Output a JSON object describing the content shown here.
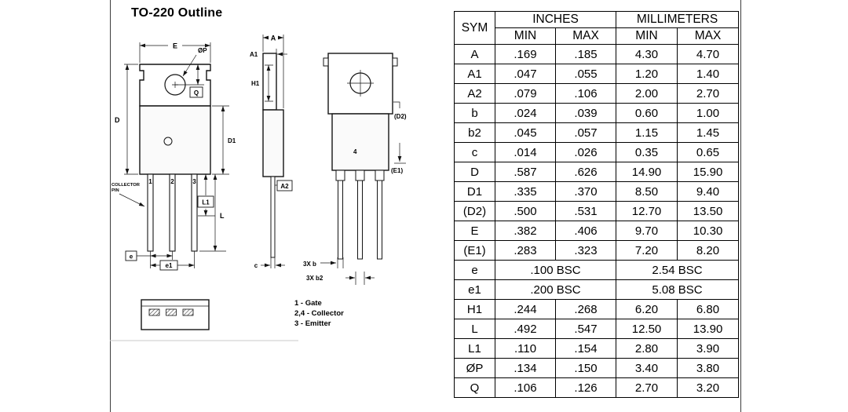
{
  "page": {
    "title": "TO-220 Outline"
  },
  "diagram": {
    "front": {
      "dim_E": "E",
      "dim_P": "ØP",
      "dim_Q": "Q",
      "dim_D": "D",
      "dim_D1": "D1",
      "pin1": "1",
      "pin2": "2",
      "pin3": "3",
      "collector_line1": "COLLECTOR",
      "collector_line2": "PIN",
      "dim_L1": "L1",
      "dim_L": "L",
      "dim_e": "e",
      "dim_e1": "e1"
    },
    "side": {
      "dim_A": "A",
      "dim_A1": "A1",
      "dim_H1": "H1",
      "dim_A2": "A2",
      "dim_c": "c"
    },
    "back": {
      "pin4": "4",
      "dim_D2": "(D2)",
      "dim_E1": "(E1)",
      "dim_b": "3X b",
      "dim_b2": "3X b2"
    },
    "legend": [
      "1 - Gate",
      "2,4 - Collector",
      "3 - Emitter"
    ]
  },
  "table": {
    "headers": {
      "sym": "SYM",
      "inches": "INCHES",
      "millimeters": "MILLIMETERS",
      "min": "MIN",
      "max": "MAX"
    },
    "rows": [
      {
        "sym": "A",
        "in_min": ".169",
        "in_max": ".185",
        "mm_min": "4.30",
        "mm_max": "4.70"
      },
      {
        "sym": "A1",
        "in_min": ".047",
        "in_max": ".055",
        "mm_min": "1.20",
        "mm_max": "1.40"
      },
      {
        "sym": "A2",
        "in_min": ".079",
        "in_max": ".106",
        "mm_min": "2.00",
        "mm_max": "2.70"
      },
      {
        "sym": "b",
        "in_min": ".024",
        "in_max": ".039",
        "mm_min": "0.60",
        "mm_max": "1.00"
      },
      {
        "sym": "b2",
        "in_min": ".045",
        "in_max": ".057",
        "mm_min": "1.15",
        "mm_max": "1.45"
      },
      {
        "sym": "c",
        "in_min": ".014",
        "in_max": ".026",
        "mm_min": "0.35",
        "mm_max": "0.65"
      },
      {
        "sym": "D",
        "in_min": ".587",
        "in_max": ".626",
        "mm_min": "14.90",
        "mm_max": "15.90"
      },
      {
        "sym": "D1",
        "in_min": ".335",
        "in_max": ".370",
        "mm_min": "8.50",
        "mm_max": "9.40"
      },
      {
        "sym": "(D2)",
        "in_min": ".500",
        "in_max": ".531",
        "mm_min": "12.70",
        "mm_max": "13.50"
      },
      {
        "sym": "E",
        "in_min": ".382",
        "in_max": ".406",
        "mm_min": "9.70",
        "mm_max": "10.30"
      },
      {
        "sym": "(E1)",
        "in_min": ".283",
        "in_max": ".323",
        "mm_min": "7.20",
        "mm_max": "8.20"
      },
      {
        "sym": "e",
        "bsc": true,
        "in_bsc": ".100 BSC",
        "mm_bsc": "2.54 BSC"
      },
      {
        "sym": "e1",
        "bsc": true,
        "in_bsc": ".200 BSC",
        "mm_bsc": "5.08 BSC"
      },
      {
        "sym": "H1",
        "in_min": ".244",
        "in_max": ".268",
        "mm_min": "6.20",
        "mm_max": "6.80"
      },
      {
        "sym": "L",
        "in_min": ".492",
        "in_max": ".547",
        "mm_min": "12.50",
        "mm_max": "13.90"
      },
      {
        "sym": "L1",
        "in_min": ".110",
        "in_max": ".154",
        "mm_min": "2.80",
        "mm_max": "3.90"
      },
      {
        "sym": "ØP",
        "in_min": ".134",
        "in_max": ".150",
        "mm_min": "3.40",
        "mm_max": "3.80"
      },
      {
        "sym": "Q",
        "in_min": ".106",
        "in_max": ".126",
        "mm_min": "2.70",
        "mm_max": "3.20"
      }
    ]
  }
}
